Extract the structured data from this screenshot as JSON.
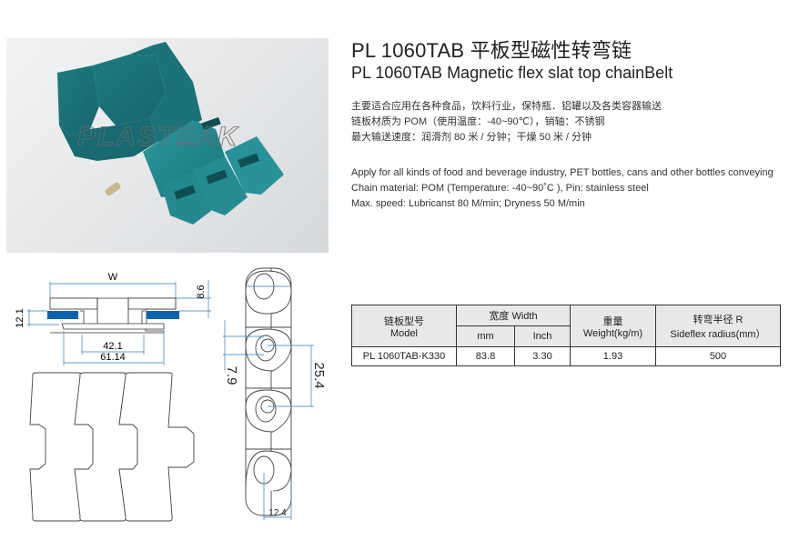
{
  "header": {
    "title_cn": "PL 1060TAB 平板型磁性转弯链",
    "title_en": "PL 1060TAB Magnetic flex slat top chainBelt"
  },
  "description_cn": [
    "主要适合应用在各种食品，饮料行业，保特瓶．铝罐以及各类容器输送",
    "链板材质为 POM（使用温度：-40~90℃），销轴：不锈钢",
    "最大输送速度：润滑剂 80 米 / 分钟；干燥 50 米 / 分钟"
  ],
  "description_en": [
    "Apply for all kinds of food and beverage industry,  PET bottles, cans and other bottles conveying",
    "Chain material: POM (Temperature: -40~90˚C ), Pin: stainless steel",
    "Max. speed: Lubricanst 80 M/min; Dryness 50 M/min"
  ],
  "photo": {
    "watermark": "PLASTEAK",
    "product_color": "#1f7f83"
  },
  "side_view": {
    "width_label": "W",
    "dim_top": "8.6",
    "dim_left": "12.1",
    "dim_inner": "42.1",
    "dim_outer": "61.14",
    "magnet_color": "#0b63b0"
  },
  "pitch_view": {
    "dim_hole": "7.9",
    "dim_pitch": "25.4",
    "dim_bottom": "12.4"
  },
  "spec_table": {
    "headers": {
      "model_cn": "链板型号",
      "model_en": "Model",
      "width": "宽度 Width",
      "mm": "mm",
      "inch": "Inch",
      "weight_cn": "重量",
      "weight_en": "Weight(kg/m)",
      "radius_cn": "转弯半径 R",
      "radius_en": "Sideflex radius(mm）"
    },
    "rows": [
      {
        "model": "PL 1060TAB-K330",
        "mm": "83.8",
        "inch": "3.30",
        "weight": "1.93",
        "radius": "500"
      }
    ]
  }
}
